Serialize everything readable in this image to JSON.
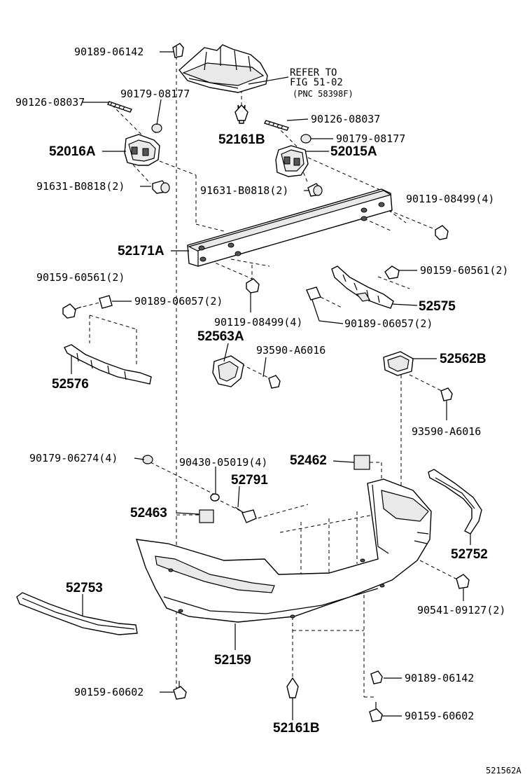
{
  "diagram_id": "521562A",
  "refer_note": {
    "line1": "REFER TO",
    "line2": "FIG 51-02",
    "line3": "(PNC 58398F)"
  },
  "labels": {
    "l_90189_06142_top": "90189-06142",
    "l_90126_08037_left": "90126-08037",
    "l_90179_08177_left": "90179-08177",
    "l_52161B_top": "52161B",
    "l_90126_08037_right": "90126-08037",
    "l_90179_08177_right": "90179-08177",
    "l_52016A": "52016A",
    "l_52015A": "52015A",
    "l_91631_left": "91631-B0818(2)",
    "l_91631_right": "91631-B0818(2)",
    "l_90119_right": "90119-08499(4)",
    "l_52171A": "52171A",
    "l_90159_60561_left": "90159-60561(2)",
    "l_90159_60561_right": "90159-60561(2)",
    "l_90189_06057_left": "90189-06057(2)",
    "l_52575": "52575",
    "l_90119_mid": "90119-08499(4)",
    "l_90189_06057_right": "90189-06057(2)",
    "l_52563A": "52563A",
    "l_93590_left": "93590-A6016",
    "l_52562B": "52562B",
    "l_52576": "52576",
    "l_93590_right": "93590-A6016",
    "l_90179_06274": "90179-06274(4)",
    "l_90430": "90430-05019(4)",
    "l_52462": "52462",
    "l_52791": "52791",
    "l_52463": "52463",
    "l_52752": "52752",
    "l_52753": "52753",
    "l_90541": "90541-09127(2)",
    "l_52159": "52159",
    "l_90159_60602_left": "90159-60602",
    "l_90189_06142_bottom": "90189-06142",
    "l_90159_60602_right": "90159-60602",
    "l_52161B_bottom": "52161B"
  }
}
